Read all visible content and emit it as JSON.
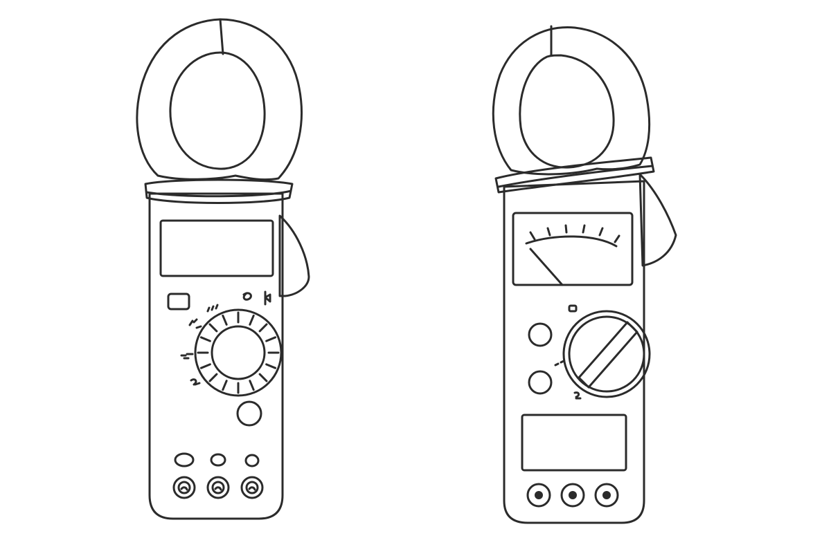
{
  "illustration": {
    "style": "line-art",
    "colors": {
      "background": "#ffffff",
      "stroke": "#2b2b2b",
      "fill": "#ffffff"
    },
    "items": [
      {
        "name": "digital-clamp-meter",
        "display": "digital",
        "labels_printed": false
      },
      {
        "name": "analog-clamp-meter",
        "display": "analog-dial",
        "labels_printed": false
      }
    ]
  }
}
